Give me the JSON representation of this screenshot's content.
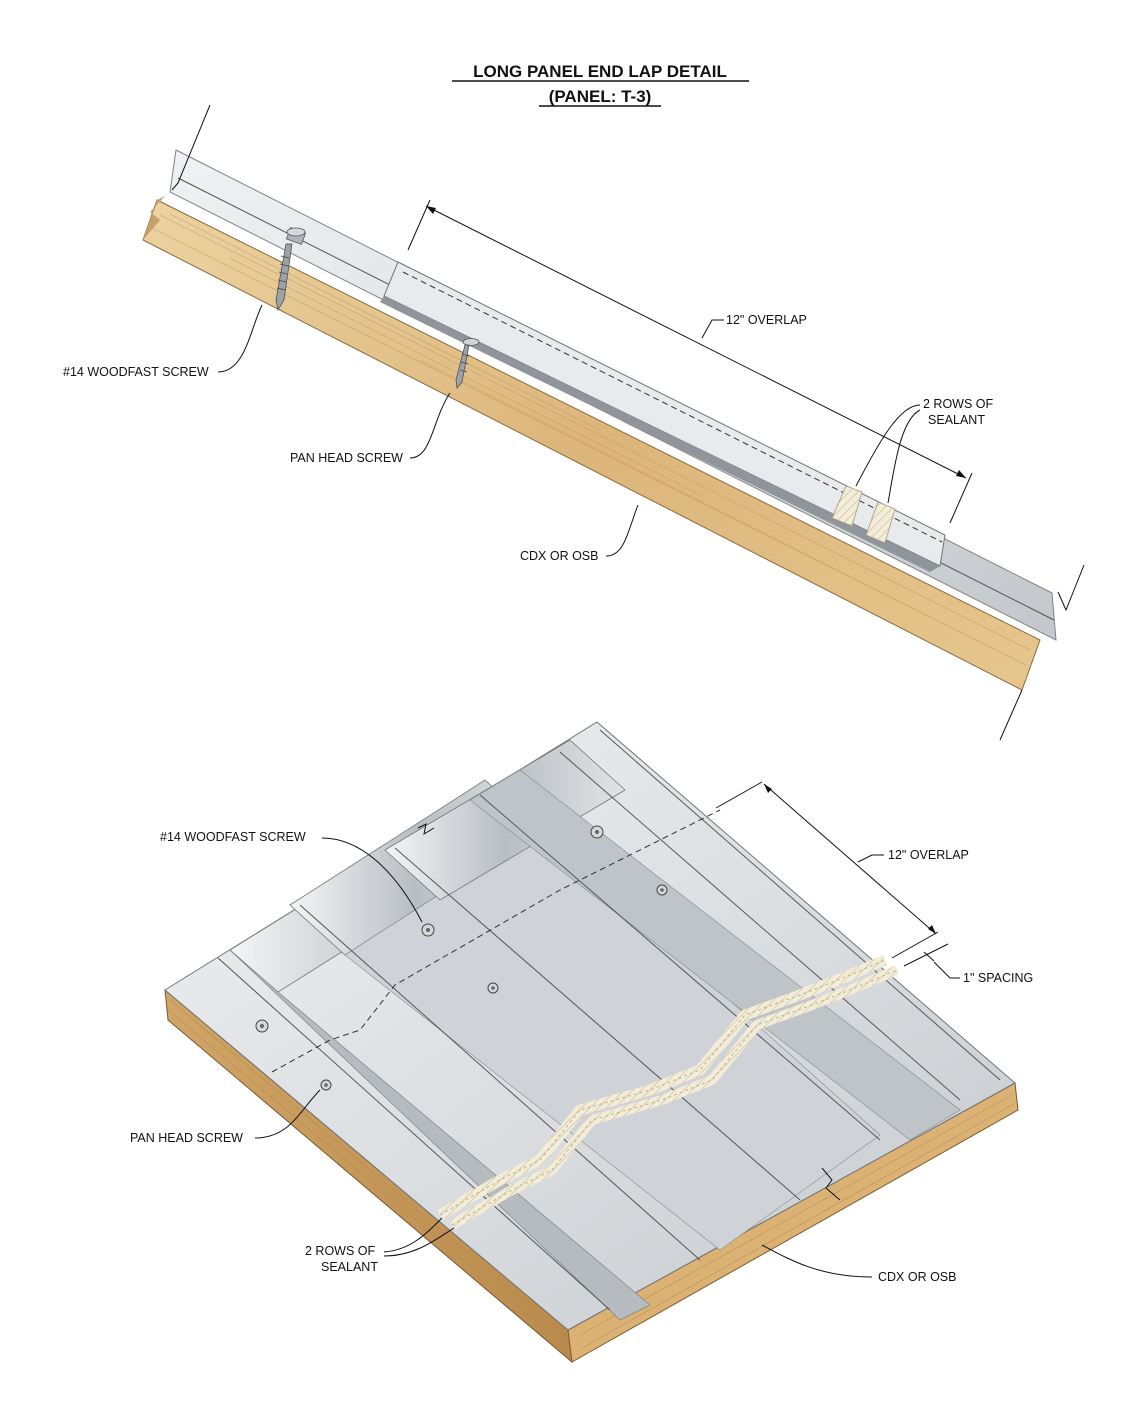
{
  "title": {
    "line1": "LONG PANEL END LAP DETAIL",
    "line2": "(PANEL: T-3)"
  },
  "top_detail": {
    "woodfast_screw": "#14 WOODFAST SCREW",
    "pan_head_screw": "PAN HEAD SCREW",
    "overlap": "12\" OVERLAP",
    "sealant_line1": "2 ROWS OF",
    "sealant_line2": "SEALANT",
    "substrate": "CDX OR OSB"
  },
  "bottom_detail": {
    "woodfast_screw": "#14 WOODFAST SCREW",
    "overlap": "12\" OVERLAP",
    "spacing": "1\" SPACING",
    "pan_head_screw": "PAN HEAD SCREW",
    "sealant_line1": "2 ROWS OF",
    "sealant_line2": "SEALANT",
    "substrate": "CDX OR OSB"
  },
  "colors": {
    "metal_light": "#e4e6e8",
    "metal_mid": "#c8ccd0",
    "metal_dark": "#9aa0a6",
    "wood_light": "#e9cf9d",
    "wood_dark": "#c99d5f",
    "sealant": "#f1ead8"
  }
}
